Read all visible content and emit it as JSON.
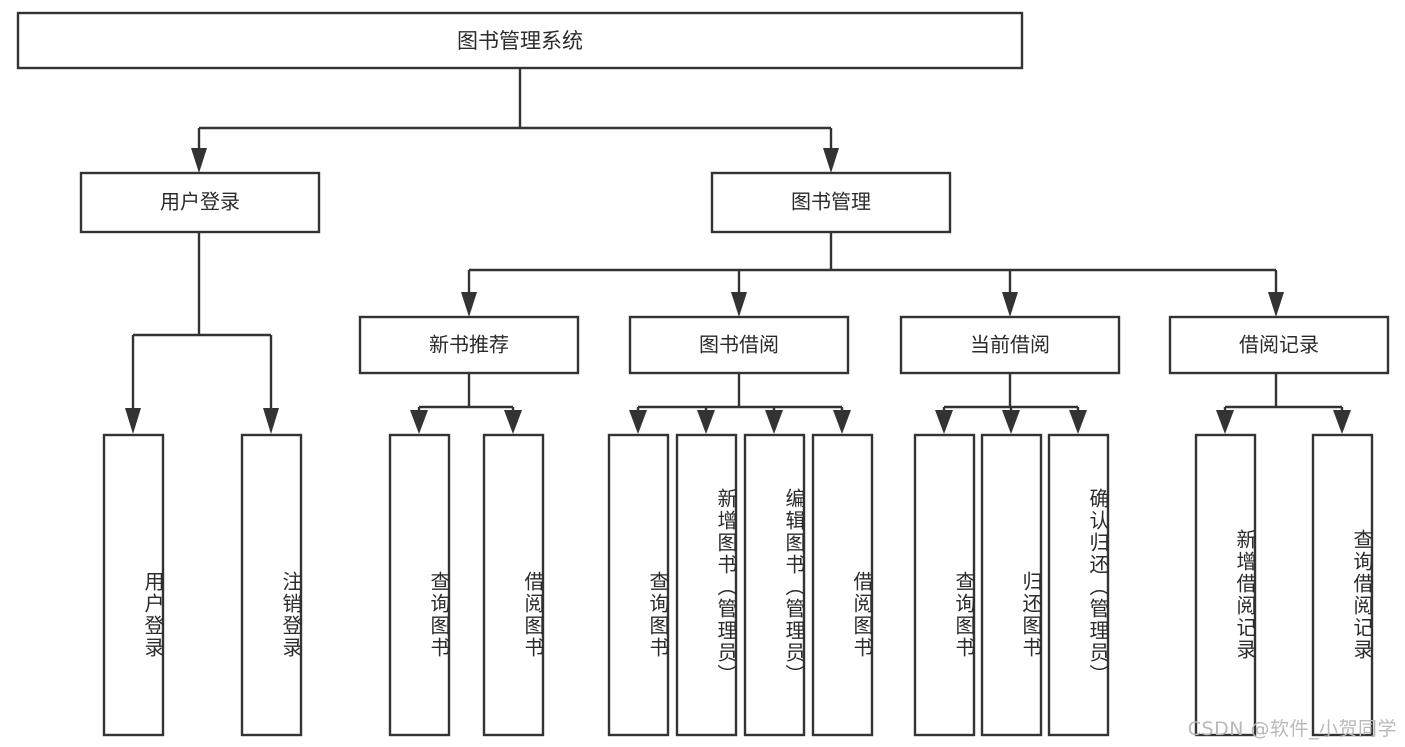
{
  "diagram": {
    "title": "图书管理系统",
    "watermark": "CSDN @软件_小贺同学",
    "nodes": {
      "root": {
        "label": "图书管理系统"
      },
      "level1": [
        {
          "id": "user-login",
          "label": "用户登录"
        },
        {
          "id": "book-management",
          "label": "图书管理"
        }
      ],
      "level2": [
        {
          "id": "new-book-recommend",
          "label": "新书推荐"
        },
        {
          "id": "book-borrow",
          "label": "图书借阅"
        },
        {
          "id": "current-borrow",
          "label": "当前借阅"
        },
        {
          "id": "borrow-record",
          "label": "借阅记录"
        }
      ],
      "leaves": {
        "user-login": [
          {
            "id": "leaf-user-login",
            "label": "用户登录"
          },
          {
            "id": "leaf-user-logout",
            "label": "注销登录"
          }
        ],
        "new-book-recommend": [
          {
            "id": "leaf-query-book-1",
            "label": "查询图书"
          },
          {
            "id": "leaf-borrow-book-1",
            "label": "借阅图书"
          }
        ],
        "book-borrow": [
          {
            "id": "leaf-query-book-2",
            "label": "查询图书"
          },
          {
            "id": "leaf-add-book",
            "label": "新增图书（管理员）"
          },
          {
            "id": "leaf-edit-book",
            "label": "编辑图书（管理员）"
          },
          {
            "id": "leaf-borrow-book-2",
            "label": "借阅图书"
          }
        ],
        "current-borrow": [
          {
            "id": "leaf-query-book-3",
            "label": "查询图书"
          },
          {
            "id": "leaf-return-book",
            "label": "归还图书"
          },
          {
            "id": "leaf-confirm-return",
            "label": "确认归还（管理员）"
          }
        ],
        "borrow-record": [
          {
            "id": "leaf-add-record",
            "label": "新增借阅记录"
          },
          {
            "id": "leaf-query-record",
            "label": "查询借阅记录"
          }
        ]
      }
    },
    "colors": {
      "box_stroke": "#333333",
      "box_fill": "#ffffff",
      "text": "#2b2b2b",
      "connector": "#333333",
      "watermark": "#b9b9b9",
      "background": "#ffffff"
    }
  }
}
